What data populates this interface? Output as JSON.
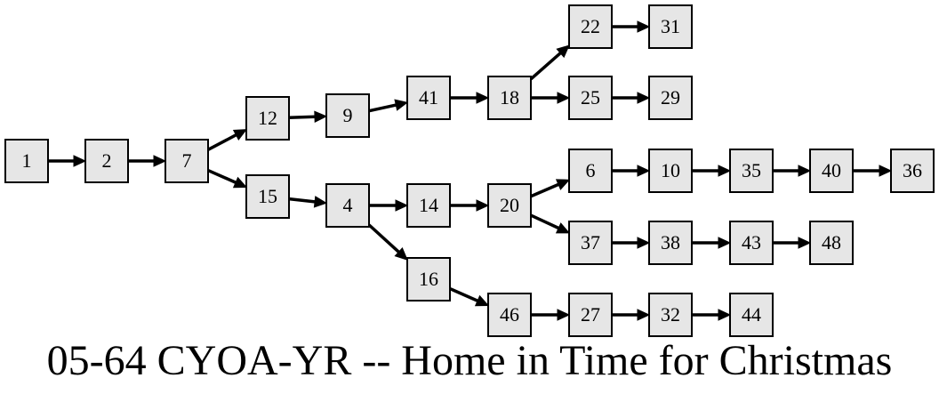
{
  "caption": "05-64 CYOA-YR -- Home in Time for Christmas",
  "nodes": [
    "1",
    "2",
    "7",
    "12",
    "15",
    "9",
    "4",
    "41",
    "14",
    "16",
    "18",
    "20",
    "46",
    "22",
    "25",
    "6",
    "37",
    "27",
    "31",
    "29",
    "10",
    "38",
    "32",
    "35",
    "43",
    "44",
    "40",
    "48",
    "36"
  ],
  "edges": [
    [
      "1",
      "2"
    ],
    [
      "2",
      "7"
    ],
    [
      "7",
      "12"
    ],
    [
      "7",
      "15"
    ],
    [
      "12",
      "9"
    ],
    [
      "9",
      "41"
    ],
    [
      "41",
      "18"
    ],
    [
      "18",
      "22"
    ],
    [
      "18",
      "25"
    ],
    [
      "22",
      "31"
    ],
    [
      "25",
      "29"
    ],
    [
      "15",
      "4"
    ],
    [
      "4",
      "14"
    ],
    [
      "4",
      "16"
    ],
    [
      "14",
      "20"
    ],
    [
      "20",
      "6"
    ],
    [
      "20",
      "37"
    ],
    [
      "6",
      "10"
    ],
    [
      "10",
      "35"
    ],
    [
      "35",
      "40"
    ],
    [
      "40",
      "36"
    ],
    [
      "37",
      "38"
    ],
    [
      "38",
      "43"
    ],
    [
      "43",
      "48"
    ],
    [
      "16",
      "46"
    ],
    [
      "46",
      "27"
    ],
    [
      "27",
      "32"
    ],
    [
      "32",
      "44"
    ]
  ],
  "colors": {
    "node_fill": "#e6e6e6",
    "stroke": "#000000",
    "background": "#ffffff"
  }
}
